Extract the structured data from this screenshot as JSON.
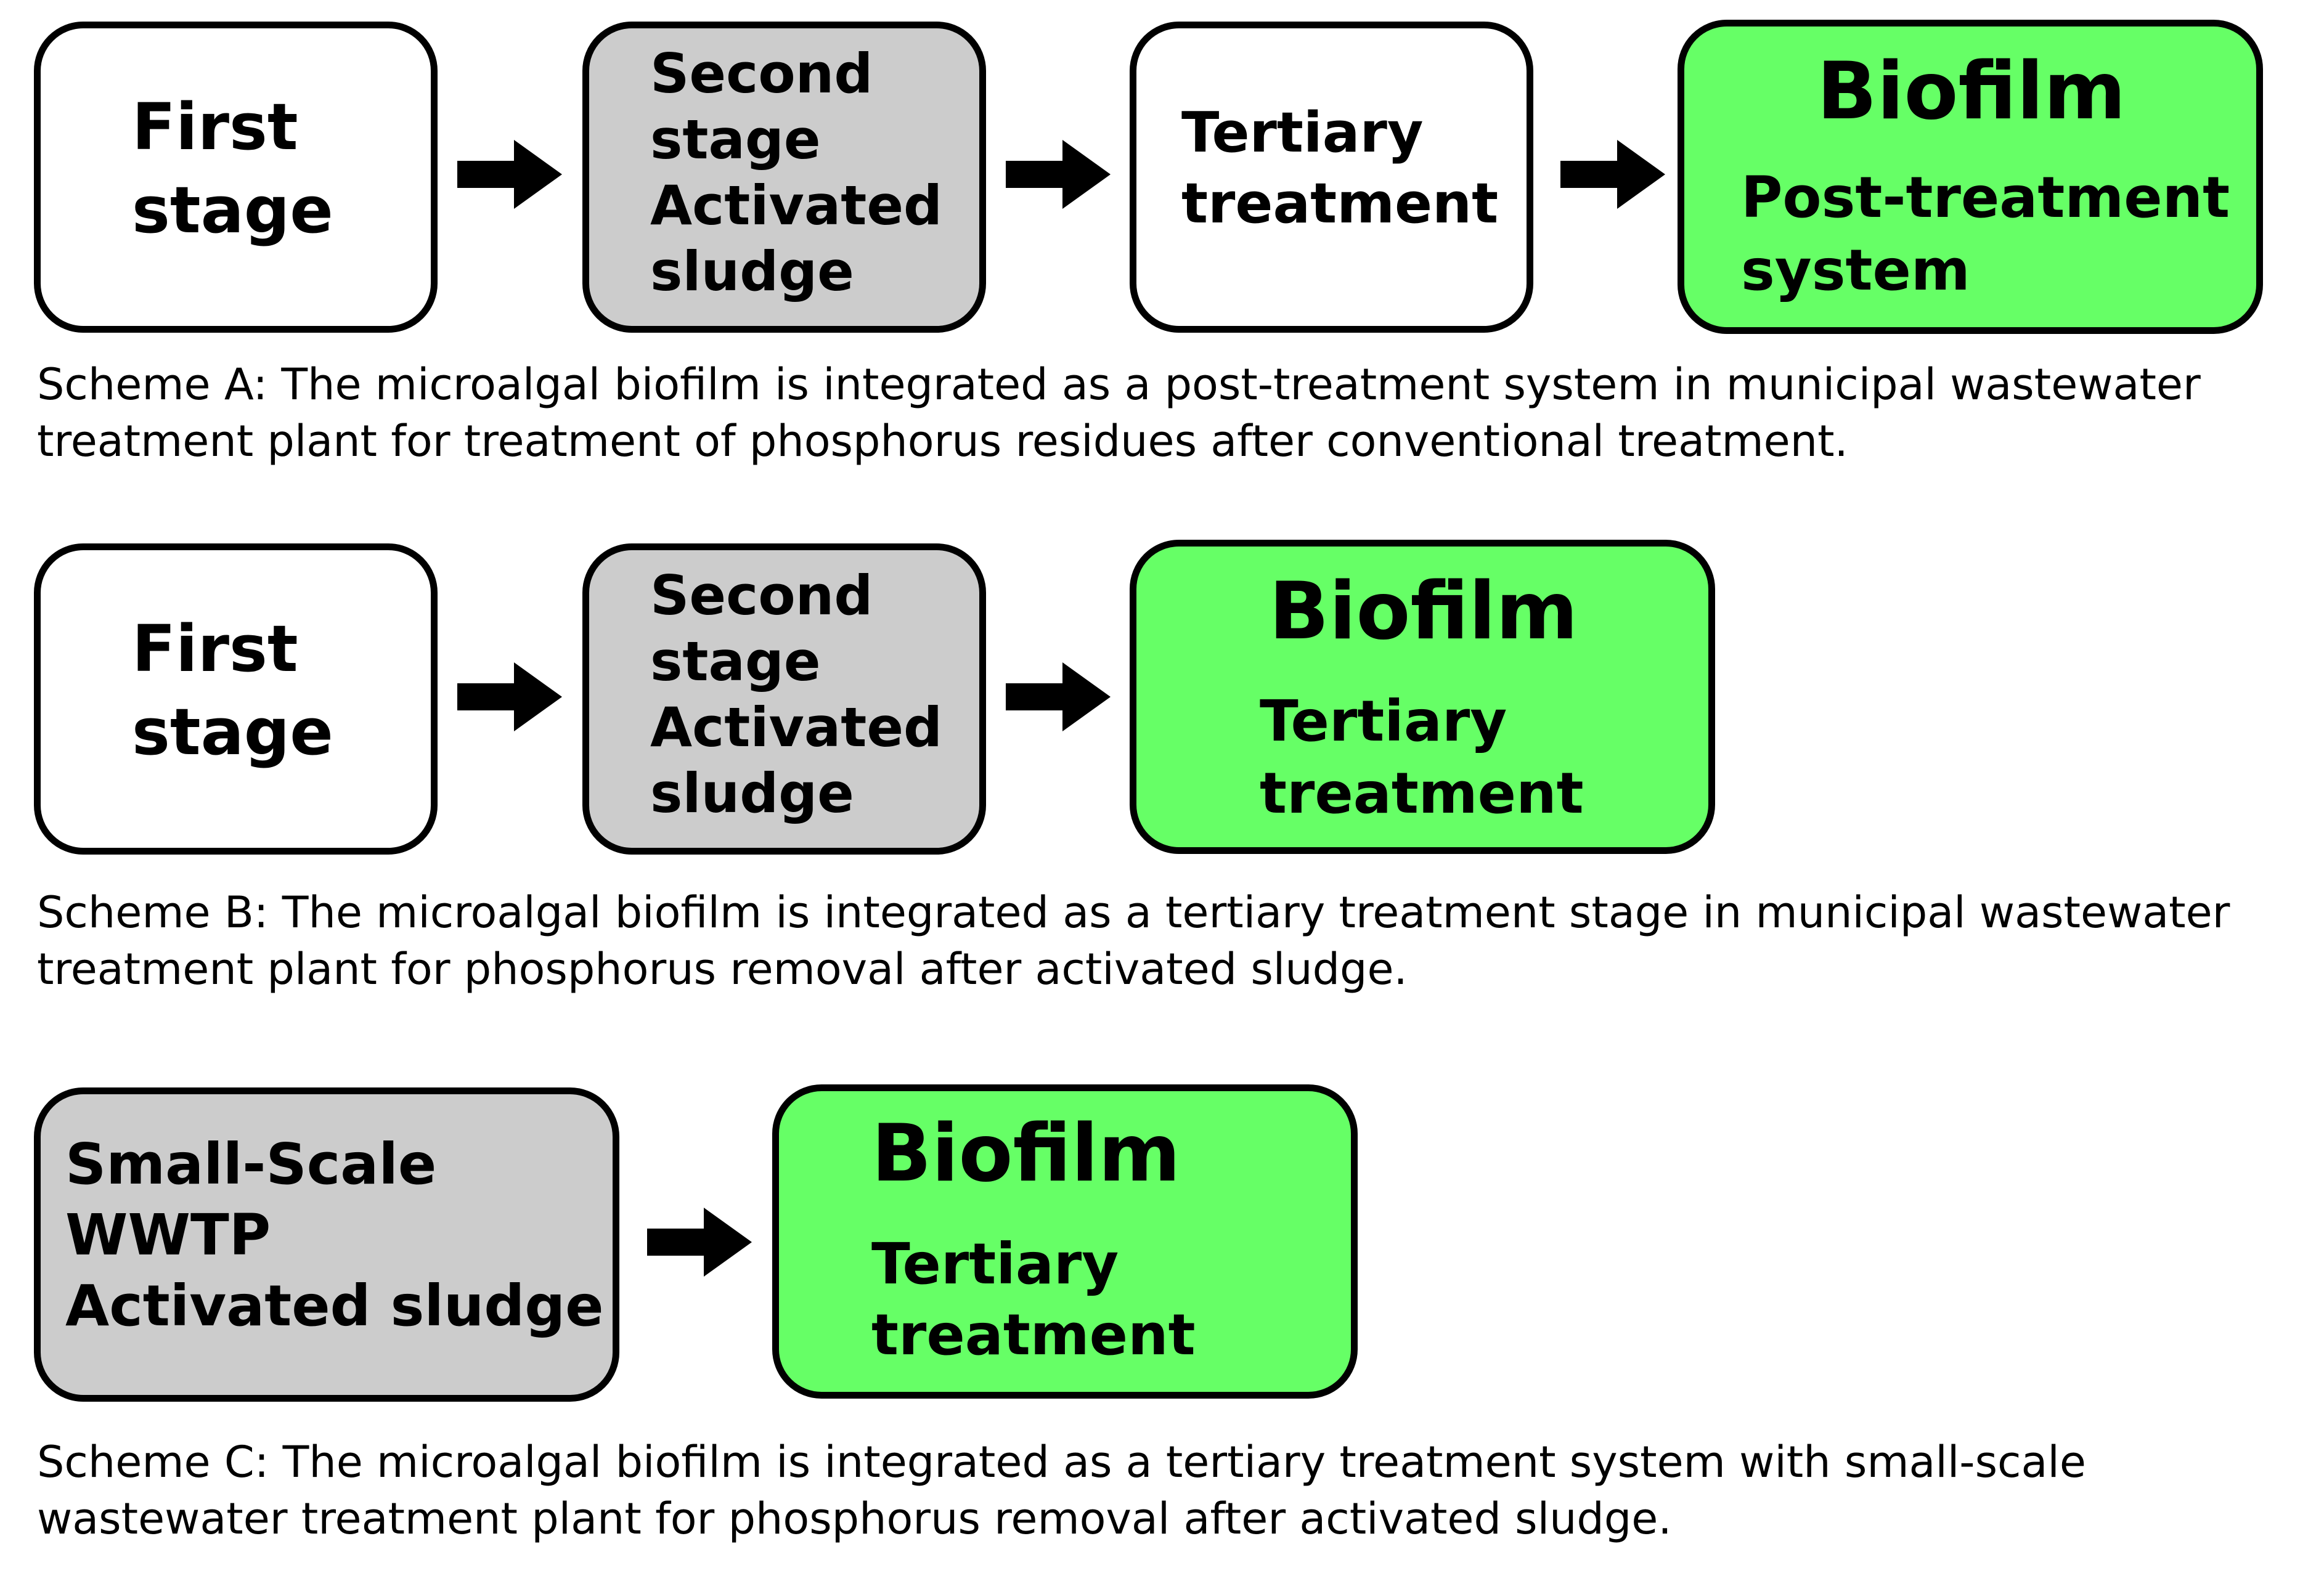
{
  "scheme_a": {
    "box1": {
      "lines": [
        "First",
        "stage"
      ]
    },
    "box2": {
      "lines": [
        "Second",
        "stage",
        "Activated",
        "sludge"
      ]
    },
    "box3": {
      "lines": [
        "Tertiary",
        "treatment"
      ]
    },
    "box4": {
      "title": "Biofilm",
      "lines": [
        "Post-treatment",
        "system"
      ]
    },
    "caption": [
      "Scheme A: The microalgal biofilm is integrated as a post-treatment system in municipal wastewater",
      "treatment plant for treatment of phosphorus residues after conventional treatment."
    ]
  },
  "scheme_b": {
    "box1": {
      "lines": [
        "First",
        "stage"
      ]
    },
    "box2": {
      "lines": [
        "Second",
        "stage",
        "Activated",
        "sludge"
      ]
    },
    "box3": {
      "title": "Biofilm",
      "lines": [
        "Tertiary",
        "treatment"
      ]
    },
    "caption": [
      "Scheme B: The microalgal biofilm is integrated as a tertiary treatment stage in municipal wastewater",
      "treatment plant for phosphorus removal after activated sludge."
    ]
  },
  "scheme_c": {
    "box1": {
      "lines": [
        "Small-Scale",
        "WWTP",
        "Activated sludge"
      ]
    },
    "box2": {
      "title": "Biofilm",
      "lines": [
        "Tertiary",
        "treatment"
      ]
    },
    "caption": [
      "Scheme C: The microalgal biofilm is integrated as a tertiary treatment system with small-scale",
      "wastewater treatment plant for phosphorus removal after activated sludge."
    ]
  },
  "colors": {
    "white_box": "#ffffff",
    "gray_box": "#cccccc",
    "green_box": "#66ff66",
    "border": "#000000"
  }
}
